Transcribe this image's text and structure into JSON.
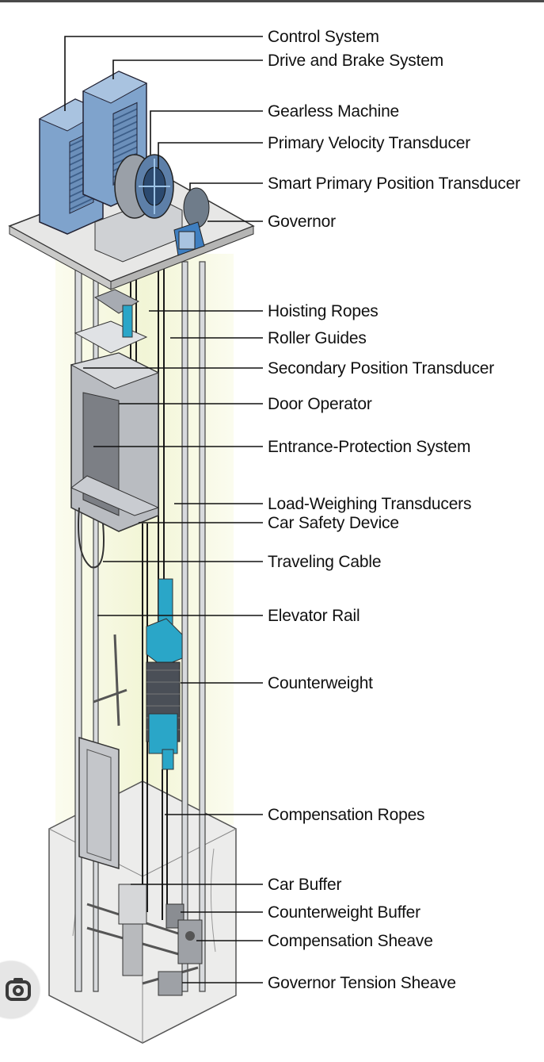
{
  "labels": [
    "Control System",
    "Drive and Brake System",
    "Gearless Machine",
    "Primary Velocity Transducer",
    "Smart Primary Position Transducer",
    "Governor",
    "Hoisting Ropes",
    "Roller Guides",
    "Secondary Position Transducer",
    "Door Operator",
    "Entrance-Protection System",
    "Load-Weighing Transducers",
    "Car Safety Device",
    "Traveling Cable",
    "Elevator Rail",
    "Counterweight",
    "Compensation Ropes",
    "Car Buffer",
    "Counterweight Buffer",
    "Compensation Sheave",
    "Governor Tension Sheave"
  ],
  "colors": {
    "cabinet": "#7fa3cc",
    "accent_blue": "#2aa6c8",
    "steel": "#c9ccd1",
    "pit": "#ececeb",
    "shaft_glow": "#f4f6dc",
    "line": "#111111"
  },
  "icons": {
    "lens": "camera-search-icon"
  }
}
